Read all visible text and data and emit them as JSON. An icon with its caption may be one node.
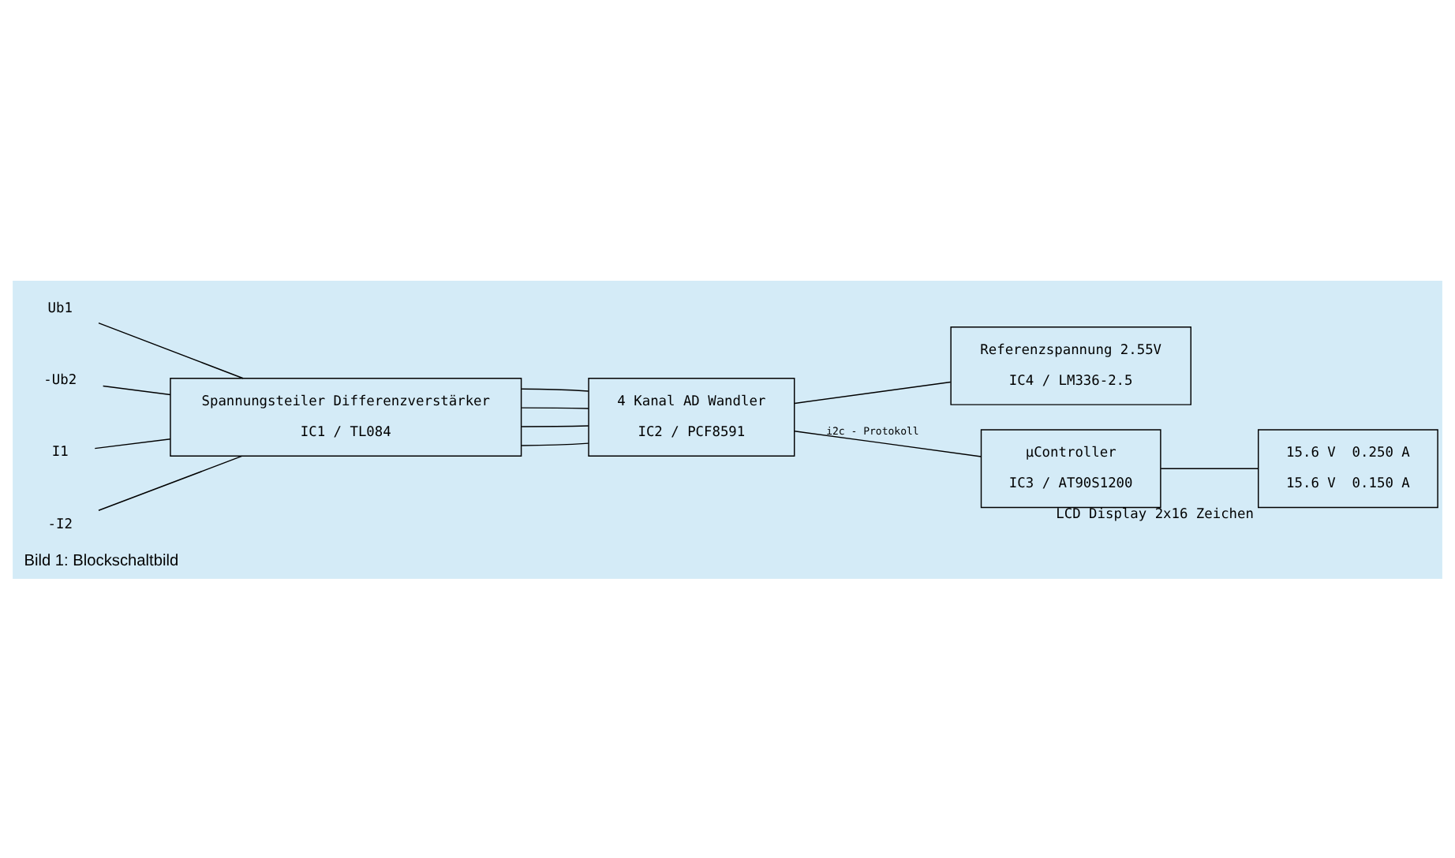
{
  "diagram": {
    "caption": "Bild 1: Blockschaltbild",
    "nodes": [
      {
        "text": [
          "Ub1"
        ]
      },
      {
        "text": [
          "-Ub2"
        ]
      },
      {
        "text": [
          "I1"
        ]
      },
      {
        "text": [
          "-I2"
        ]
      },
      {
        "text": [
          "Spannungsteiler Differenzverstärker",
          "IC1 / TL084"
        ]
      },
      {
        "text": [
          "4 Kanal AD Wandler",
          "IC2 / PCF8591"
        ]
      },
      {
        "text": [
          "Referenzspannung 2.55V",
          "IC4 / LM336-2.5"
        ]
      },
      {
        "text": [
          "µController",
          "IC3 / AT90S1200"
        ]
      },
      {
        "text": [
          "15.6 V  0.250 A",
          "15.6 V  0.150 A"
        ],
        "beside": [
          "LCD Display 2x16 Zeichen"
        ]
      }
    ],
    "edges": [
      {
        "from": 0,
        "to": 4,
        "arrow": "none"
      },
      {
        "from": 1,
        "to": 4,
        "arrow": "none"
      },
      {
        "from": 2,
        "to": 4,
        "arrow": "none"
      },
      {
        "from": 3,
        "to": 4,
        "arrow": "none"
      },
      {
        "from": 4,
        "to": 5,
        "arrow": "none"
      },
      {
        "from": 4,
        "to": 5,
        "arrow": "none"
      },
      {
        "from": 4,
        "to": 5,
        "arrow": "none"
      },
      {
        "from": 4,
        "to": 5,
        "arrow": "none"
      },
      {
        "from": 5,
        "to": 6,
        "arrow": "none"
      },
      {
        "from": 5,
        "to": 7,
        "arrow": "none",
        "label": "i2c - Protokoll"
      },
      {
        "from": 7,
        "to": 8,
        "arrow": "none"
      }
    ]
  }
}
